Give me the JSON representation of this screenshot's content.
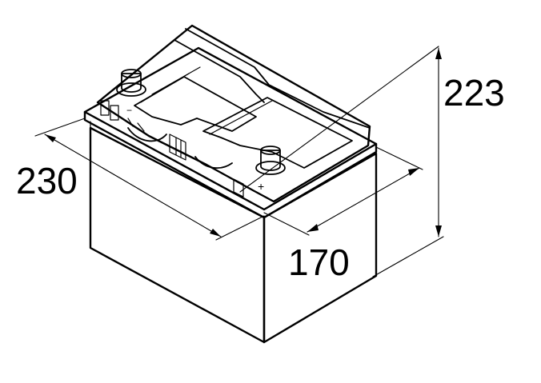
{
  "diagram": {
    "dimensions": {
      "length": "230",
      "width": "170",
      "height": "223"
    },
    "terminals": {
      "negative_color": "#3a9bd8",
      "positive_color": "#d9241c"
    }
  }
}
